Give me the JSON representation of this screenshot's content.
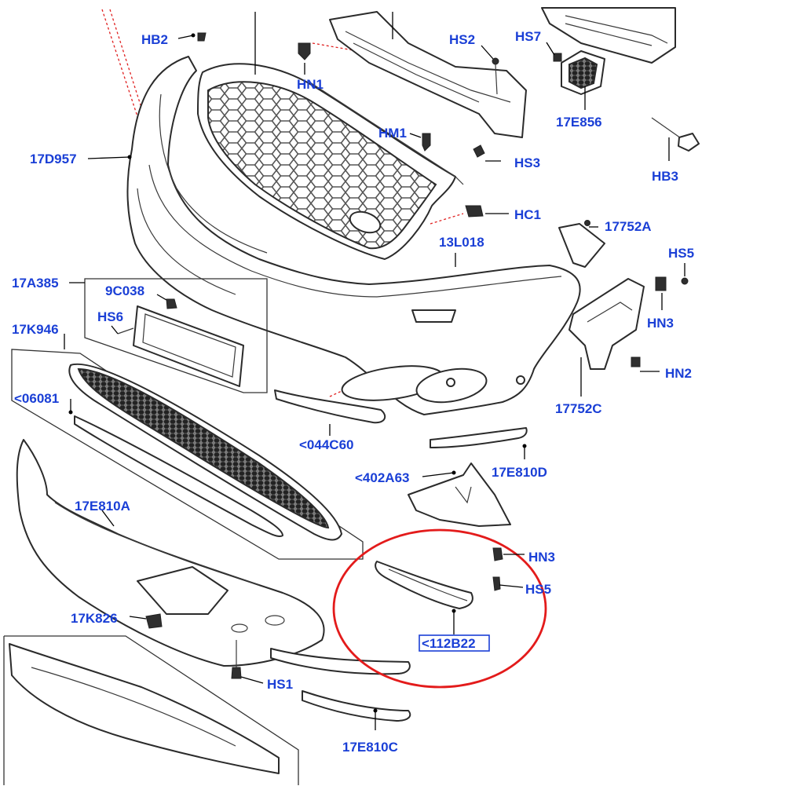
{
  "colors": {
    "label": "#1a3fd6",
    "highlight_ring": "#e31b1b",
    "line": "#2b2b2b"
  },
  "labels": {
    "HB2": "HB2",
    "HN1": "HN1",
    "HS2": "HS2",
    "HS7": "HS7",
    "HM1": "HM1",
    "HS3": "HS3",
    "17E856": "17E856",
    "HB3": "HB3",
    "17D957": "17D957",
    "HC1": "HC1",
    "17752A": "17752A",
    "13L018": "13L018",
    "HS5_upper": "HS5",
    "17A385": "17A385",
    "9C038": "9C038",
    "HN3_upper": "HN3",
    "HS6": "HS6",
    "17K946": "17K946",
    "HN2": "HN2",
    "06081": "<06081",
    "17752C": "17752C",
    "044C60": "<044C60",
    "17E810D": "17E810D",
    "402A63": "<402A63",
    "17E810A": "17E810A",
    "HN3_lower": "HN3",
    "HS5_lower": "HS5",
    "17K826": "17K826",
    "112B22": "<112B22",
    "HS1": "HS1",
    "17E810C": "17E810C"
  },
  "highlighted_part": "112B22"
}
